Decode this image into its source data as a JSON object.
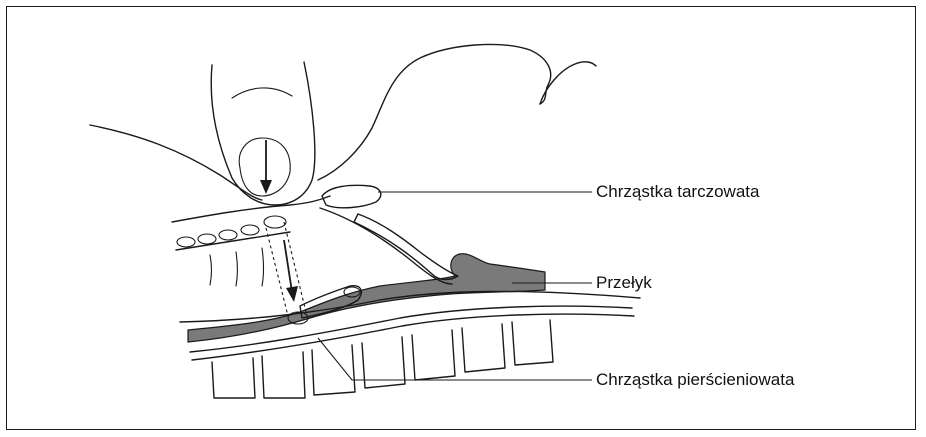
{
  "figure": {
    "labels": {
      "thyroid_cartilage": "Chrząstka tarczowata",
      "esophagus": "Przełyk",
      "cricoid_cartilage": "Chrząstka pierścieniowata"
    },
    "colors": {
      "outline": "#1a1a1a",
      "esophagus_fill": "#7a7a7a",
      "background": "#ffffff",
      "frame_border": "#1a1a1a"
    }
  }
}
